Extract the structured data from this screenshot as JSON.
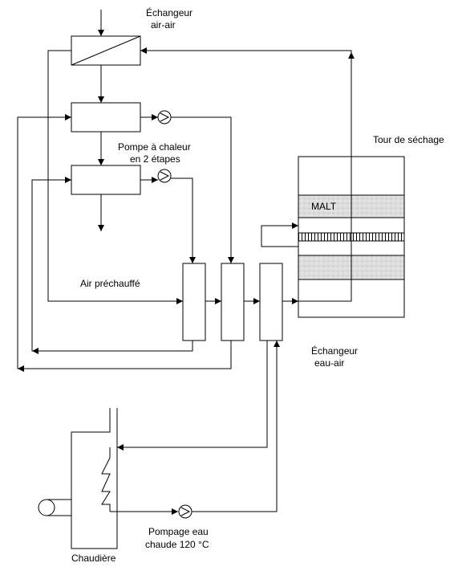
{
  "labels": {
    "exchanger_air_air_line1": "Échangeur",
    "exchanger_air_air_line2": "air-air",
    "heat_pump_line1": "Pompe à chaleur",
    "heat_pump_line2": "en 2 étapes",
    "drying_tower": "Tour de séchage",
    "malt": "MALT",
    "preheated_air": "Air préchauffé",
    "exchanger_water_air_line1": "Échangeur",
    "exchanger_water_air_line2": "eau-air",
    "hot_water_pump_line1": "Pompage eau",
    "hot_water_pump_line2": "chaude 120 °C",
    "boiler": "Chaudière"
  },
  "colors": {
    "line": "#000000",
    "malt_fill": "#dcdcdc",
    "background": "#ffffff"
  },
  "icons": [
    "pump-icon",
    "fan-icon",
    "heating-coil-icon",
    "arrow-icon"
  ]
}
